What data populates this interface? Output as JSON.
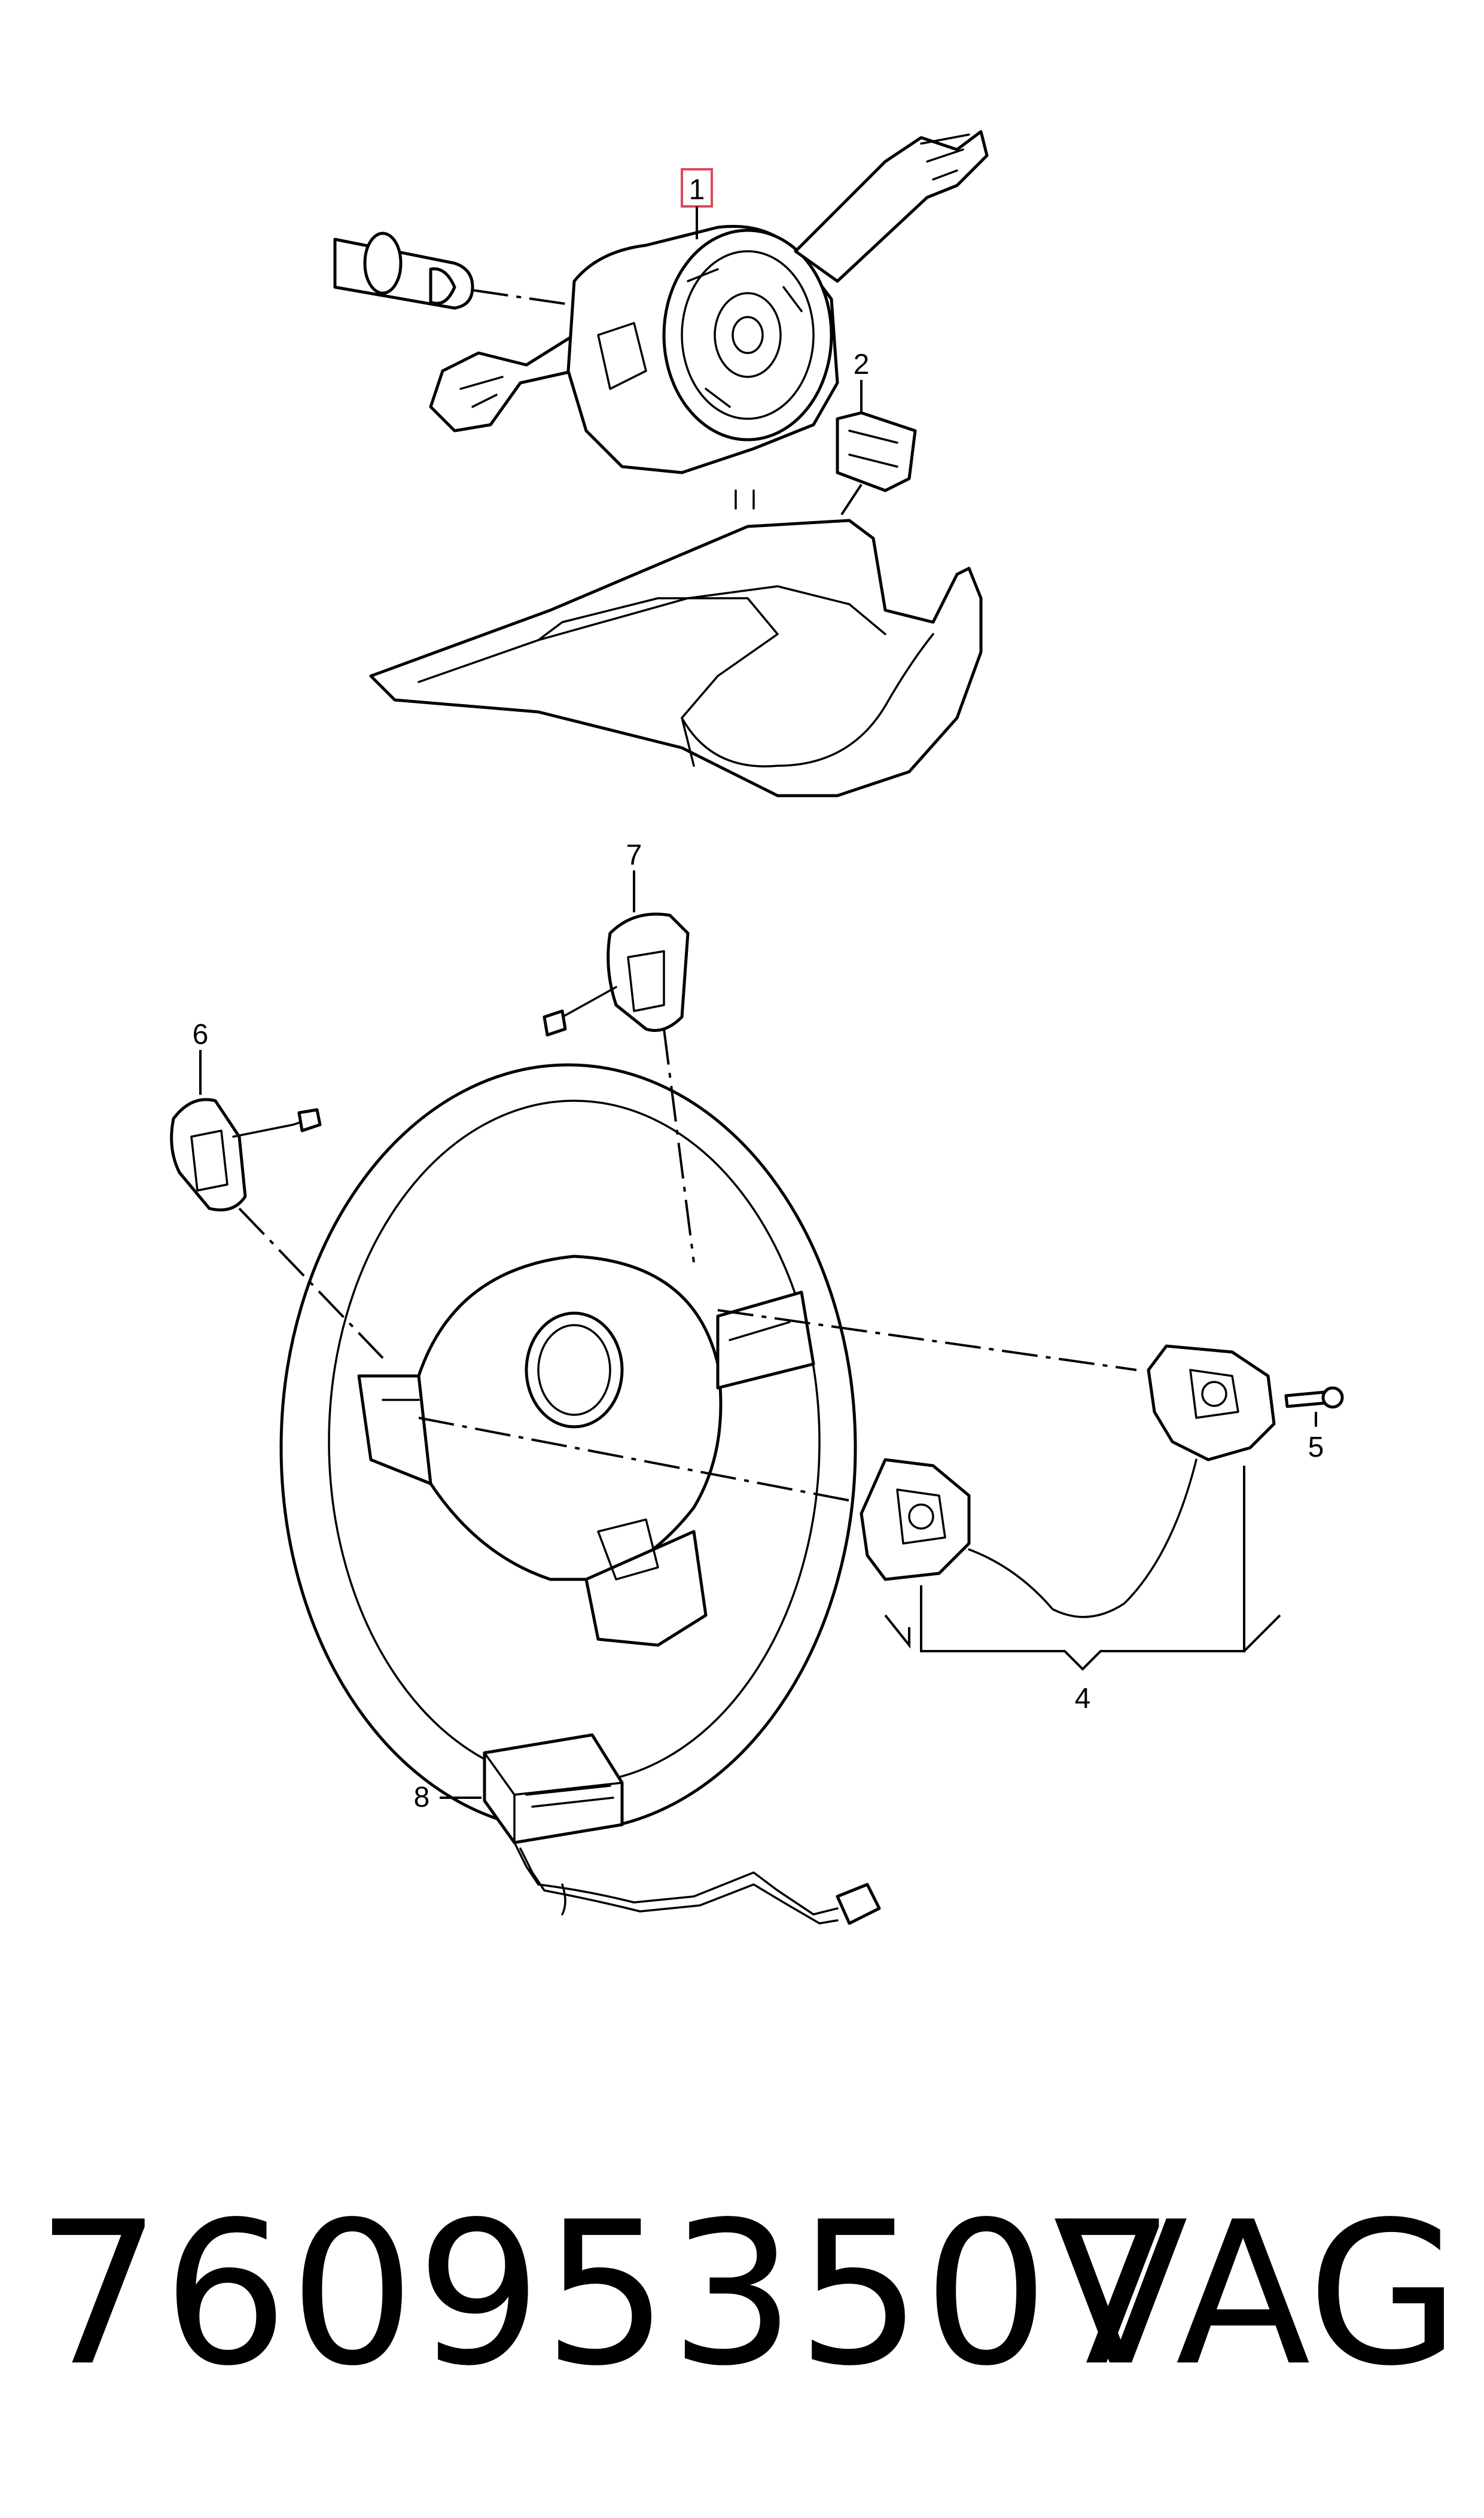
{
  "callouts": {
    "c1": "1",
    "c2": "2",
    "c4": "4",
    "c5": "5",
    "c6": "6",
    "c7": "7",
    "c8": "8"
  },
  "footer": {
    "part_number": "760953507",
    "brand": "VAG"
  },
  "colors": {
    "line": "#000000",
    "highlight_box": "#d94a5a",
    "background": "#ffffff"
  }
}
